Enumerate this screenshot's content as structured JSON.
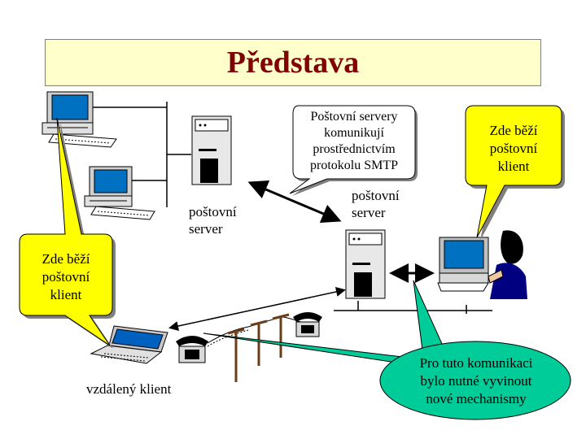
{
  "title": "Představa",
  "labels": {
    "server_left": [
      "poštovní",
      "server"
    ],
    "server_right": [
      "poštovní",
      "server"
    ],
    "remote_client": "vzdálený klient"
  },
  "callouts": {
    "smtp": [
      "Poštovní servery",
      "komunikují",
      "prostřednictvím",
      "protokolu SMTP"
    ],
    "client_right": [
      "Zde běží",
      "poštovní",
      "klient"
    ],
    "client_left": [
      "Zde běží",
      "poštovní",
      "klient"
    ],
    "mechanisms": [
      "Pro tuto komunikaci",
      "bylo nutné vyvinout",
      "nové mechanismy"
    ]
  },
  "colors": {
    "title_bg": "#ffffcc",
    "title_text": "#800000",
    "callout_yellow": "#ffff00",
    "callout_green": "#00cc99",
    "callout_white": "#ffffff"
  },
  "icons": [
    "desktop-computer-icon",
    "server-tower-icon",
    "laptop-icon",
    "telephone-icon",
    "telephone-pole-icon",
    "person-at-computer-icon"
  ]
}
